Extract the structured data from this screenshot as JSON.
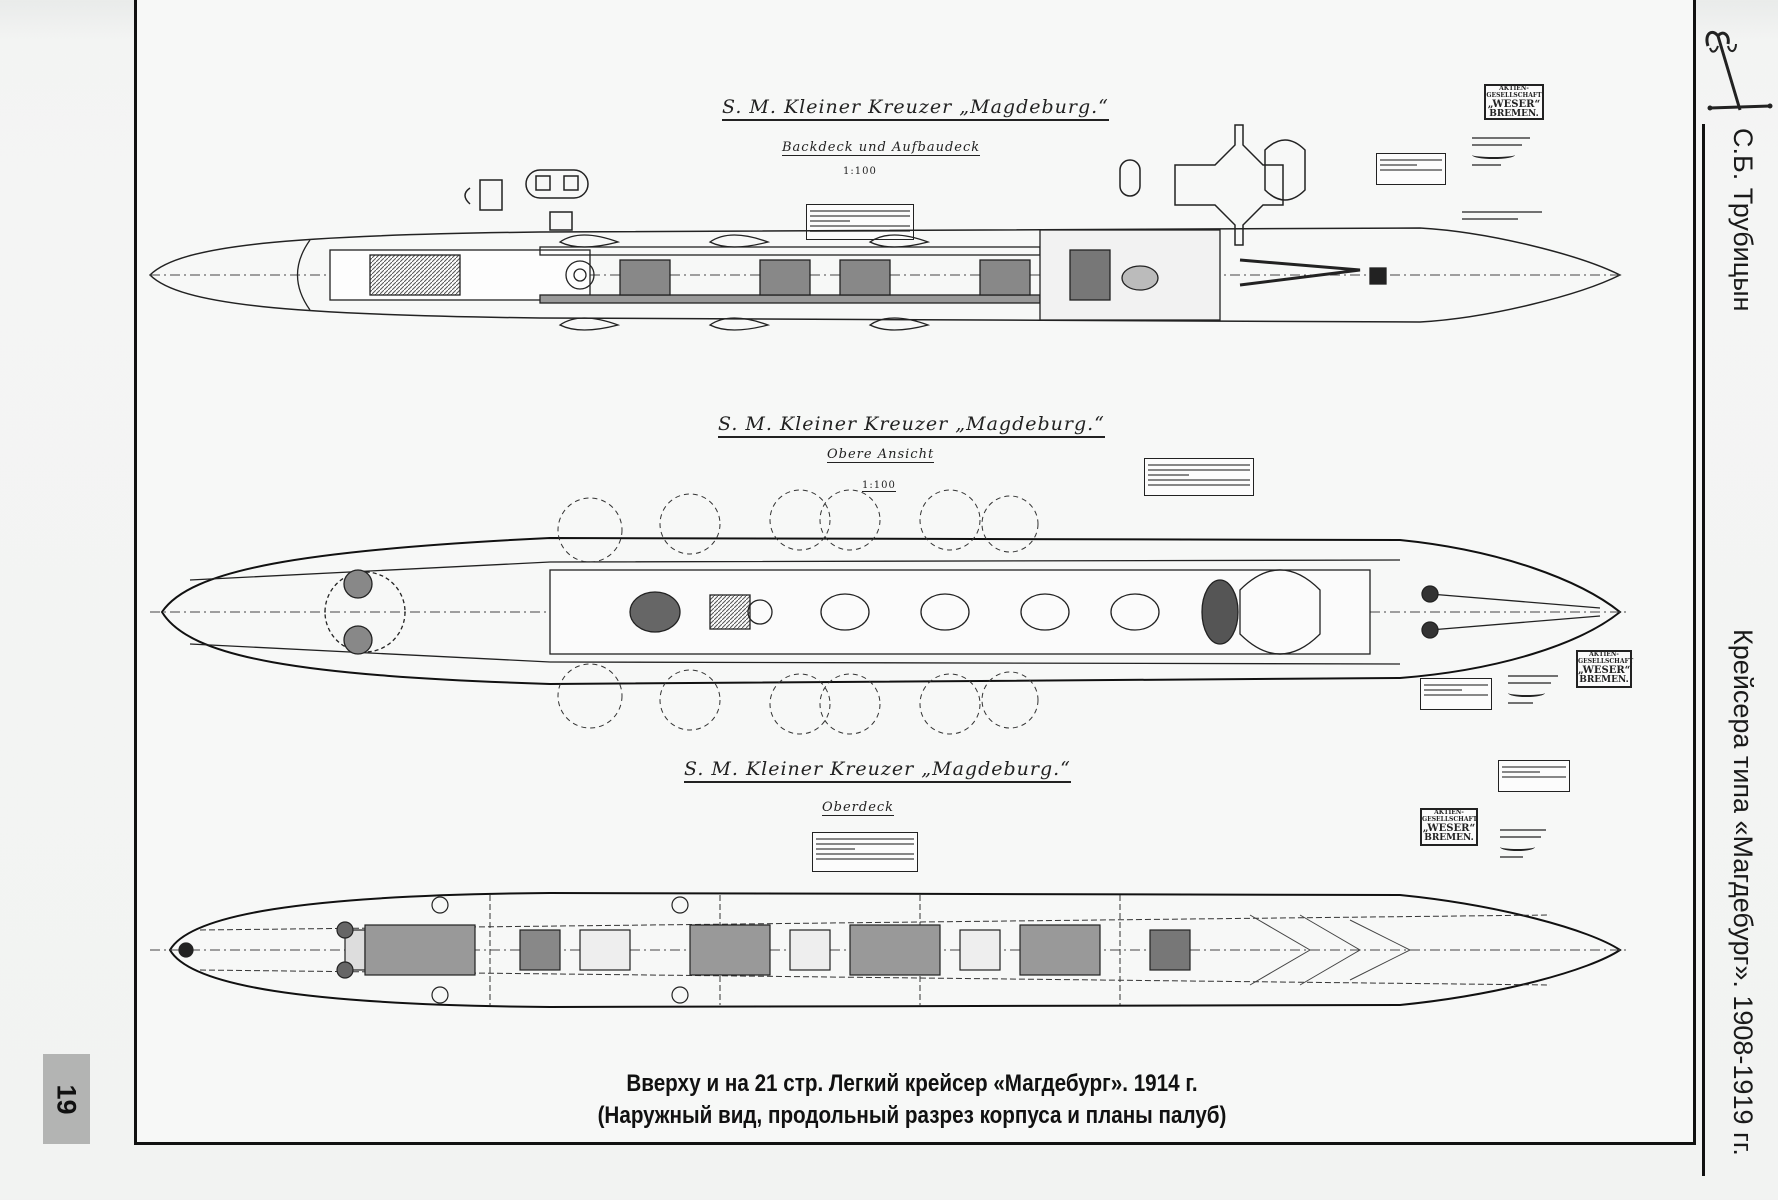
{
  "page": {
    "number": "19",
    "running_header": {
      "author": "С.Б. Трубицын",
      "title": "Крейсера типа «Магдебург». 1908-1919 гг."
    },
    "caption": {
      "line1": "Вверху и на 21 стр. Легкий крейсер «Магдебург». 1914 г.",
      "line2": "(Наружный вид, продольный разрез корпуса и планы палуб)"
    },
    "icons": {
      "header_emblem": "anchor-icon"
    }
  },
  "drawings": [
    {
      "id": "backdeck",
      "title": "S. M. Kleiner Kreuzer „Magdeburg.“",
      "subtitle": "Backdeck und Aufbaudeck",
      "scale": "1:100",
      "stamp": {
        "line1": "AKTIEN-GESELLSCHAFT",
        "line2": "„WESER“",
        "line3": "BREMEN."
      }
    },
    {
      "id": "top-view",
      "title": "S. M. Kleiner Kreuzer „Magdeburg.“",
      "subtitle": "Obere Ansicht",
      "scale": "1:100",
      "stamp": {
        "line1": "AKTIEN-GESELLSCHAFT",
        "line2": "„WESER“",
        "line3": "BREMEN."
      }
    },
    {
      "id": "oberdeck",
      "title": "S. M. Kleiner Kreuzer „Magdeburg.“",
      "subtitle": "Oberdeck",
      "scale": "",
      "stamp": {
        "line1": "AKTIEN-GESELLSCHAFT",
        "line2": "„WESER“",
        "line3": "BREMEN."
      }
    }
  ]
}
